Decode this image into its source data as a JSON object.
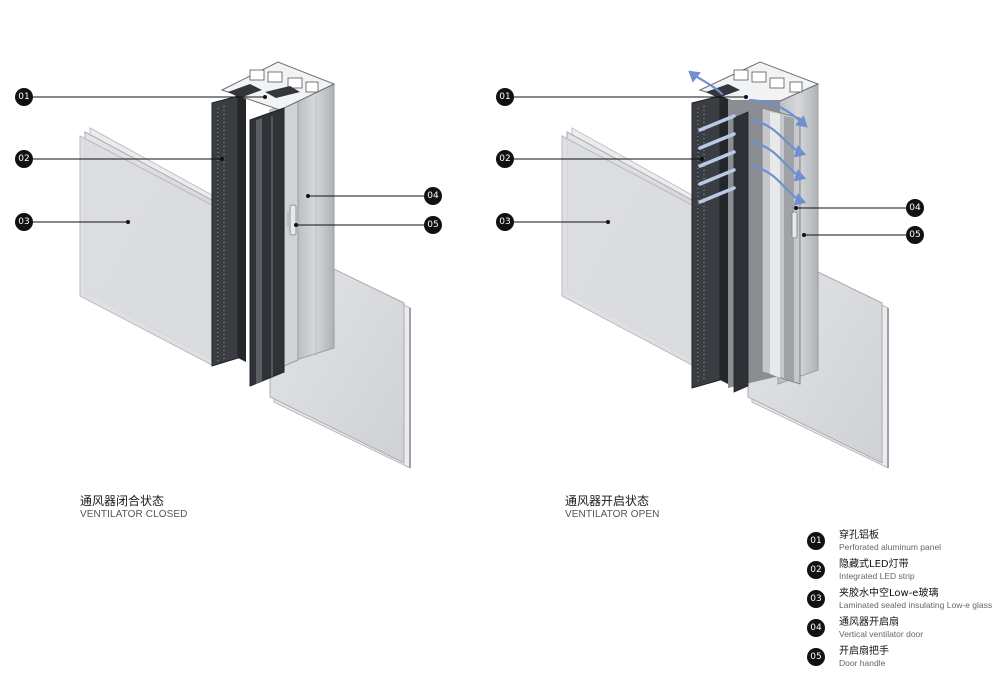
{
  "captions": {
    "closed": {
      "cn": "通风器闭合状态",
      "en": "VENTILATOR CLOSED"
    },
    "open": {
      "cn": "通风器开启状态",
      "en": "VENTILATOR OPEN"
    }
  },
  "callout_numbers": [
    "01",
    "02",
    "03",
    "04",
    "05"
  ],
  "legend": [
    {
      "num": "01",
      "cn": "穿孔铝板",
      "en": "Perforated aluminum panel"
    },
    {
      "num": "02",
      "cn": "隐藏式LED灯带",
      "en": "Integrated LED strip"
    },
    {
      "num": "03",
      "cn": "夹胶水中空Low-e玻璃",
      "en": "Laminated sealed insulating Low-e glass"
    },
    {
      "num": "04",
      "cn": "通风器开启扇",
      "en": "Vertical ventilator door"
    },
    {
      "num": "05",
      "cn": "开启扇把手",
      "en": "Door handle"
    }
  ],
  "colors": {
    "dark_panel": "#3a3d42",
    "frame": "#c7c9cd",
    "glass": "#d9dadd",
    "airflow": "#6f8fd0",
    "badge": "#111111"
  }
}
